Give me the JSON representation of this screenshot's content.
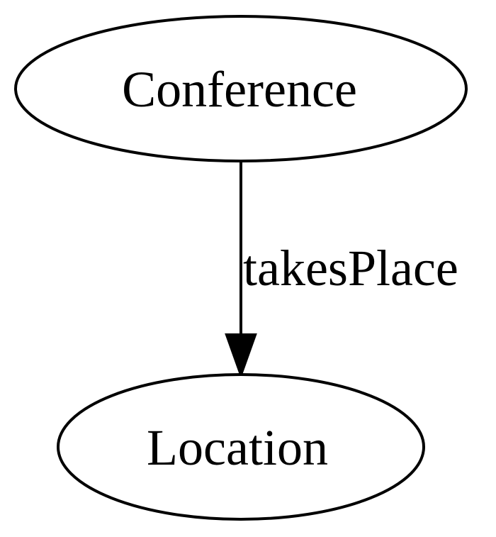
{
  "diagram": {
    "nodes": {
      "conference": {
        "label": "Conference"
      },
      "location": {
        "label": "Location"
      }
    },
    "edges": {
      "takes_place": {
        "label": "takesPlace",
        "from": "Conference",
        "to": "Location"
      }
    }
  }
}
